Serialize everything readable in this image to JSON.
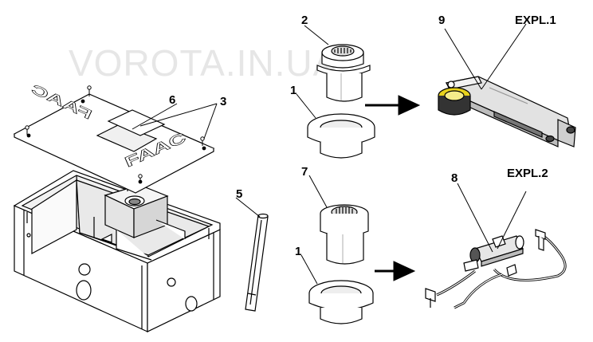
{
  "watermark": "VOROTA.IN.UA",
  "callouts": {
    "c1_top": "1",
    "c1_bottom": "1",
    "c2": "2",
    "c3": "3",
    "c5": "5",
    "c6": "6",
    "c7": "7",
    "c8": "8",
    "c9": "9",
    "expl1": "EXPL.1",
    "expl2": "EXPL.2"
  },
  "plate_logo": "FAAC",
  "colors": {
    "line": "#000000",
    "fill": "#ffffff",
    "metal_light": "#e2e2e2",
    "metal_mid": "#bdbdbd",
    "metal_dark": "#555555",
    "accent_yellow": "#e8d21c",
    "watermark": "#e6e6e6"
  }
}
